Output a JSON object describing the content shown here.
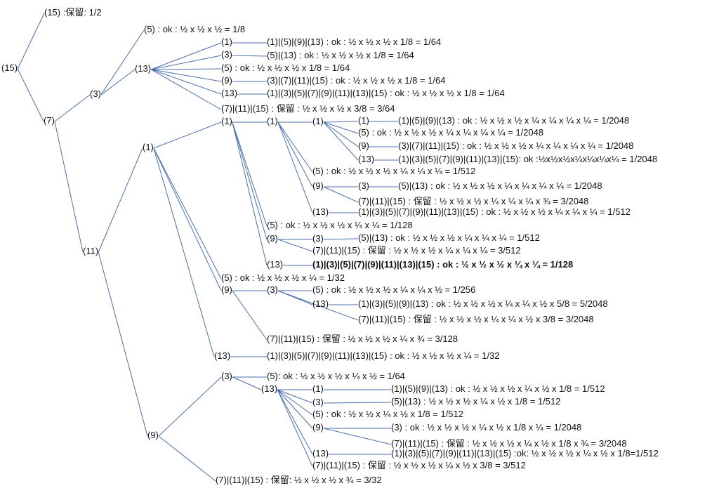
{
  "tree": {
    "nodes": [
      "(15) :保留: 1/2",
      "(15)",
      "(5) : ok : ½ x ½ x ½ = 1/8",
      "(7)",
      "(3)",
      "(13)",
      "(1)",
      "(1)|(5)|(9)|(13) : ok : ½ x ½ x ½ x 1/8 = 1/64",
      "(3)",
      "(5)|(13) : ok : ½ x ½ x ½ x 1/8  = 1/64",
      "(5) : ok : ½ x ½ x ½ x 1/8 = 1/64",
      "(9)",
      "(3)|(7)|(11)|(15) : ok : ½ x ½ x ½ x 1/8 = 1/64",
      "(13)",
      "(1)|(3)|(5)|(7)|(9)|(11)|(13)|(15) : ok : ½ x ½ x ½ x 1/8 = 1/64",
      "(7)|(11)|(15) : 保留 : ½ x ½ x ½ x 3/8 = 3/64",
      "(11)",
      "(1)",
      "(1)",
      "(1)",
      "(1)",
      "(1)",
      "(1)|(5)|(9)|(13) : ok : ½ x ½ x ½ x ¼ x ¼ x ¼ x ¼  = 1/2048",
      "(5) : ok : ½ x ½ x ½ x ¼ x ¼ x ¼ x ¼ = 1/2048",
      "(9)",
      "(3)|(7)|(11)|(15) : ok : ½ x ½ x ½ x ¼ x ¼ x ¼ x ¼ = 1/2048",
      "(13)",
      "(1)|(3)|(5)|(7)|(9)|(11)|(13)|(15): ok :½x½x½x¼x¼x¼x¼ = 1/2048",
      "(5) : ok : ½ x ½ x ½ x ¼ x ¼ x ¼ = 1/512",
      "(9)",
      "(3)",
      "(5)|(13) : ok : ½ x ½ x ½ x ¼ x ¼ x ¼ x ¼ = 1/2048",
      "(7)|(11)|(15) : 保留 : ½ x ½ x ½ x ¼ x ¼ x ¼ x ¾ = 3/2048",
      "(13)",
      "(1)|(3)|(5)|(7)|(9)|(11)|(13)|(15) : ok : ½ x ½ x ½ x ¼ x ¼ x ¼ = 1/512",
      "(5) : ok : ½ x ½ x ½ x ¼ x ¼ = 1/128",
      "(9)",
      "(3)",
      "(5)|(13) : ok : ½ x ½ x ½ x ¼ x ¼ x ¼ = 1/512",
      "(7)|(11)|(15) : 保留 : ½ x ½ x ½ x ¼ x ¼ x ¼ = 3/512",
      "(13)",
      "(1)|(3)|(5)|(7)|(9)|(11)|(13)|(15) : ok : ½ x ½ x ½ x ¼ x ¼ = 1/128",
      "(5) : ok : ½ x ½ x ½ x ¼ = 1/32",
      "(9)",
      "(3)",
      "(5) : ok : ½ x ½ x ½ x ¼ x ¼ x ½ = 1/256",
      "(13)",
      "(1)|(3)|(5)|(9)|(13) : ok : ½ x ½ x ½ x ¼ x ¼ x ½ x 5/8 = 5/2048",
      "(7)|(11)|(15) : 保留 : ½ x ½ x ½ x ¼ x ¼ x ½ x 3/8 = 3/2048",
      "(7)|(11)|(15) : 保留 : ½ x ½ x ½ x ¼ x ¾ = 3/128",
      "(13)",
      "(1)|(3)|(5)|(7)|(9)|(11)|(13)|(15) : ok : ½ x ½ x ½ x ¼ = 1/32",
      "(9)",
      "(3)",
      "(5): ok : ½ x ½ x ½ x ¼ x ½ = 1/64",
      "(13)",
      "(1)",
      "(1)|(5)|(9)|(13) : ok : ½ x ½ x ½ x ¼ x ½ x 1/8 = 1/512",
      "(3)",
      "(5)|(13) : ½ x ½ x ½ x ¼ x ½ x 1/8 = 1/512",
      "(5) : ok : ½ x ½ x ¼ x ½ x 1/8 = 1/512",
      "(9)",
      "(3) : ok : ½ x ½ x ½ x ¼ x ½ x 1/8 x ¼  = 1/2048",
      "(7)|(11)|(15) : 保留 : ½ x ½ x ½ x ¼ x ½ x 1/8 x ¾ = 3/2048",
      "(13)",
      "(1)|(3)|(5)|(7)|(9)|(11)|(13)|(15) :ok: ½ x ½ x ½ x ¼ x ½ x 1/8=1/512",
      "(7)|(11)|(15) : 保留 : ½ x ½ x ½ x ¼ x ½ x 3/8 = 3/512",
      "(7)|(11)|(15) : 保留: ½ x ½ x ½ x ¾  = 3/32"
    ],
    "edges": [
      [
        1,
        0
      ],
      [
        1,
        3
      ],
      [
        3,
        4
      ],
      [
        3,
        16
      ],
      [
        4,
        2
      ],
      [
        4,
        5
      ],
      [
        5,
        6
      ],
      [
        5,
        8
      ],
      [
        5,
        10
      ],
      [
        5,
        11
      ],
      [
        5,
        13
      ],
      [
        5,
        15
      ],
      [
        6,
        7
      ],
      [
        8,
        9
      ],
      [
        11,
        12
      ],
      [
        13,
        14
      ],
      [
        16,
        17
      ],
      [
        16,
        52
      ],
      [
        17,
        18
      ],
      [
        17,
        42
      ],
      [
        17,
        43
      ],
      [
        17,
        50
      ],
      [
        18,
        19
      ],
      [
        18,
        35
      ],
      [
        18,
        36
      ],
      [
        18,
        40
      ],
      [
        19,
        20
      ],
      [
        19,
        28
      ],
      [
        19,
        29
      ],
      [
        19,
        33
      ],
      [
        20,
        21
      ],
      [
        20,
        23
      ],
      [
        20,
        24
      ],
      [
        20,
        26
      ],
      [
        21,
        22
      ],
      [
        24,
        25
      ],
      [
        26,
        27
      ],
      [
        29,
        30
      ],
      [
        29,
        32
      ],
      [
        30,
        31
      ],
      [
        33,
        34
      ],
      [
        36,
        37
      ],
      [
        36,
        39
      ],
      [
        37,
        38
      ],
      [
        40,
        41
      ],
      [
        43,
        44
      ],
      [
        43,
        49
      ],
      [
        44,
        45
      ],
      [
        44,
        46
      ],
      [
        44,
        48
      ],
      [
        46,
        47
      ],
      [
        50,
        51
      ],
      [
        52,
        53
      ],
      [
        52,
        67
      ],
      [
        53,
        54
      ],
      [
        53,
        55
      ],
      [
        55,
        56
      ],
      [
        55,
        58
      ],
      [
        55,
        60
      ],
      [
        55,
        61
      ],
      [
        55,
        64
      ],
      [
        55,
        66
      ],
      [
        56,
        57
      ],
      [
        58,
        59
      ],
      [
        61,
        62
      ],
      [
        61,
        63
      ],
      [
        64,
        65
      ]
    ],
    "bold_nodes": [
      41
    ],
    "line_color": "#4a6fae"
  }
}
